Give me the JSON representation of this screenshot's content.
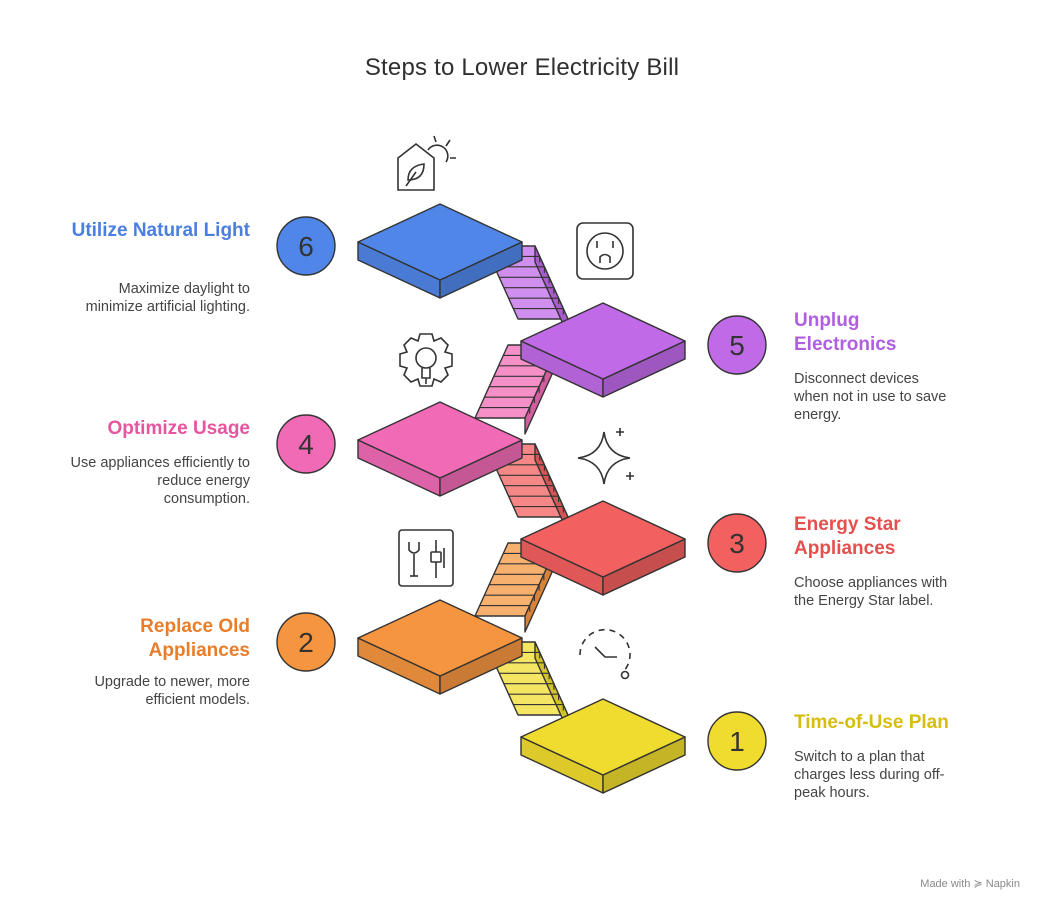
{
  "title": "Steps to Lower Electricity Bill",
  "credit": "Made with ≽ Napkin",
  "steps": [
    {
      "number": "1",
      "heading": "Time-of-Use Plan",
      "desc": "Switch to a plan that charges less during off-peak hours.",
      "color": "#f0dc2e",
      "icon": "clock-icon"
    },
    {
      "number": "2",
      "heading": "Replace Old Appliances",
      "desc": "Upgrade to newer, more efficient models.",
      "color": "#f5953f",
      "icon": "tools-icon"
    },
    {
      "number": "3",
      "heading": "Energy Star Appliances",
      "desc": "Choose appliances with the Energy Star label.",
      "color": "#f2605f",
      "icon": "sparkle-icon"
    },
    {
      "number": "4",
      "heading": "Optimize Usage",
      "desc": "Use appliances efficiently to reduce energy consumption.",
      "color": "#f06ab5",
      "icon": "gear-bulb-icon"
    },
    {
      "number": "5",
      "heading": "Unplug Electronics",
      "desc": "Disconnect devices when not in use to save energy.",
      "color": "#c06ae8",
      "icon": "outlet-icon"
    },
    {
      "number": "6",
      "heading": "Utilize Natural Light",
      "desc": "Maximize daylight to minimize artificial lighting.",
      "color": "#4f86e8",
      "icon": "sun-house-icon"
    }
  ]
}
